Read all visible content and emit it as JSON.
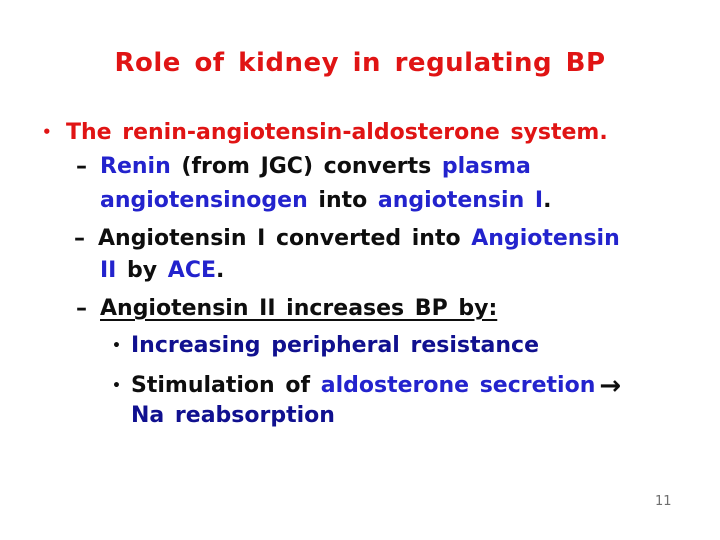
{
  "colors": {
    "red": "#e01414",
    "blue": "#2323cd",
    "navy": "#10108f",
    "ink": "#0e0e0e",
    "page-gray": "#6f6f6f",
    "background": "#ffffff"
  },
  "title": "Role of kidney in regulating BP",
  "page_number": "11",
  "markers": {
    "level1": "•",
    "level2": "–",
    "level3": "•"
  },
  "content": {
    "bullet1": "The renin-angiotensin-aldosterone system.",
    "renin_line1": {
      "renin": "Renin",
      "mid": " (from JGC) converts ",
      "plasma": "plasma"
    },
    "renin_line2": {
      "angiotensinogen": "angiotensinogen",
      "into": " into ",
      "angiotensin_one": "angiotensin I",
      "period": "."
    },
    "conversion_line1": {
      "lead": "Angiotensin I converted into ",
      "angiotensin_two": "Angiotensin"
    },
    "conversion_line2": {
      "two": "II",
      "by": " by ",
      "ace": "ACE",
      "period": "."
    },
    "increase_heading": "Angiotensin II increases BP by:",
    "mechanism1": "Increasing peripheral resistance",
    "mechanism2_line1": {
      "lead": "Stimulation of ",
      "aldosterone": "aldosterone secretion",
      "arrow": "→"
    },
    "mechanism2_line2": "Na reabsorption"
  }
}
